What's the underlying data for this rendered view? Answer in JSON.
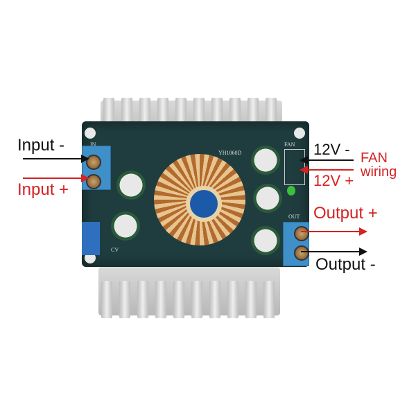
{
  "product": {
    "type": "DC-DC boost converter module",
    "model_silkscreen": "YH1060D",
    "pcb_labels": {
      "in": "IN",
      "fan": "FAN",
      "out": "OUT",
      "cv": "CV"
    }
  },
  "annotations": {
    "input_minus": "Input -",
    "input_plus": "Input +",
    "fan_minus": "12V -",
    "fan_plus": "12V +",
    "fan_title": "FAN",
    "fan_subtitle": "wiring",
    "output_plus": "Output +",
    "output_minus": "Output -"
  },
  "colors": {
    "label_red": "#d42323",
    "label_black": "#111111",
    "pcb": "#1f3d3f",
    "terminal_blue": "#3f8fc9"
  }
}
